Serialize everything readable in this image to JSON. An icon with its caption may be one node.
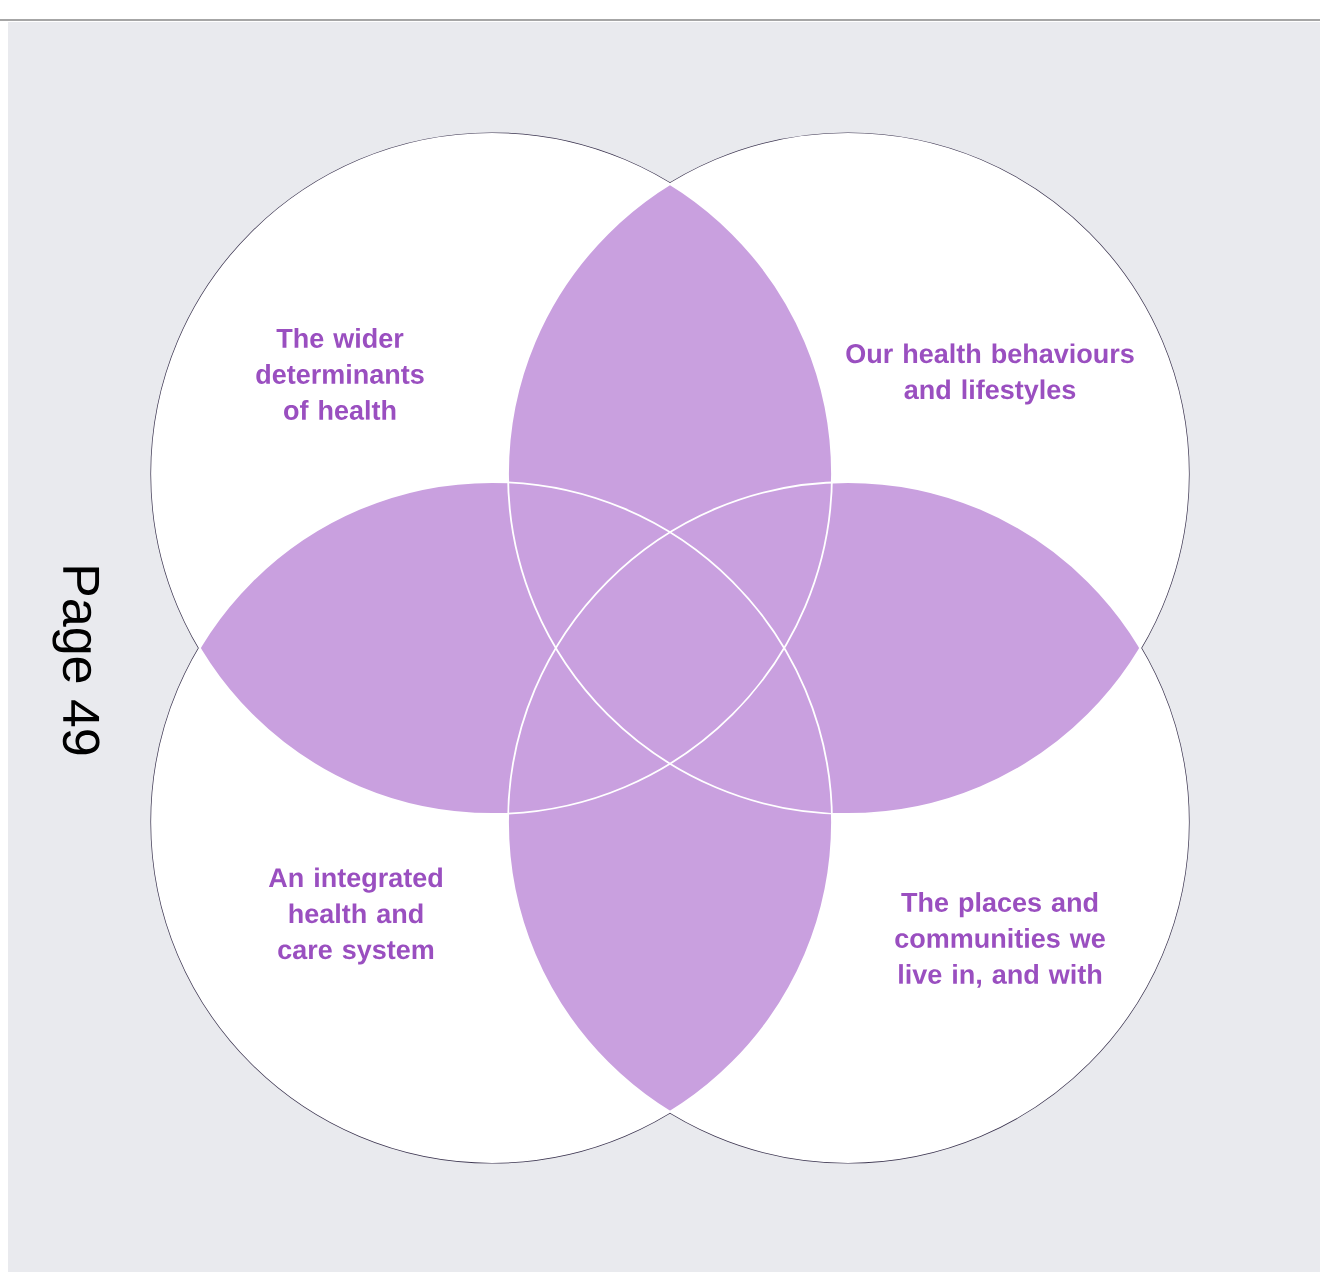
{
  "diagram": {
    "nodes": [
      {
        "text": [
          "The wider determinants of health"
        ]
      },
      {
        "text": [
          "Our health behaviours and lifestyles"
        ]
      },
      {
        "text": [
          "An integrated health and care system"
        ]
      },
      {
        "text": [
          "The places and communities we live in, and with"
        ]
      }
    ],
    "labels": [
      "Page 49"
    ]
  }
}
